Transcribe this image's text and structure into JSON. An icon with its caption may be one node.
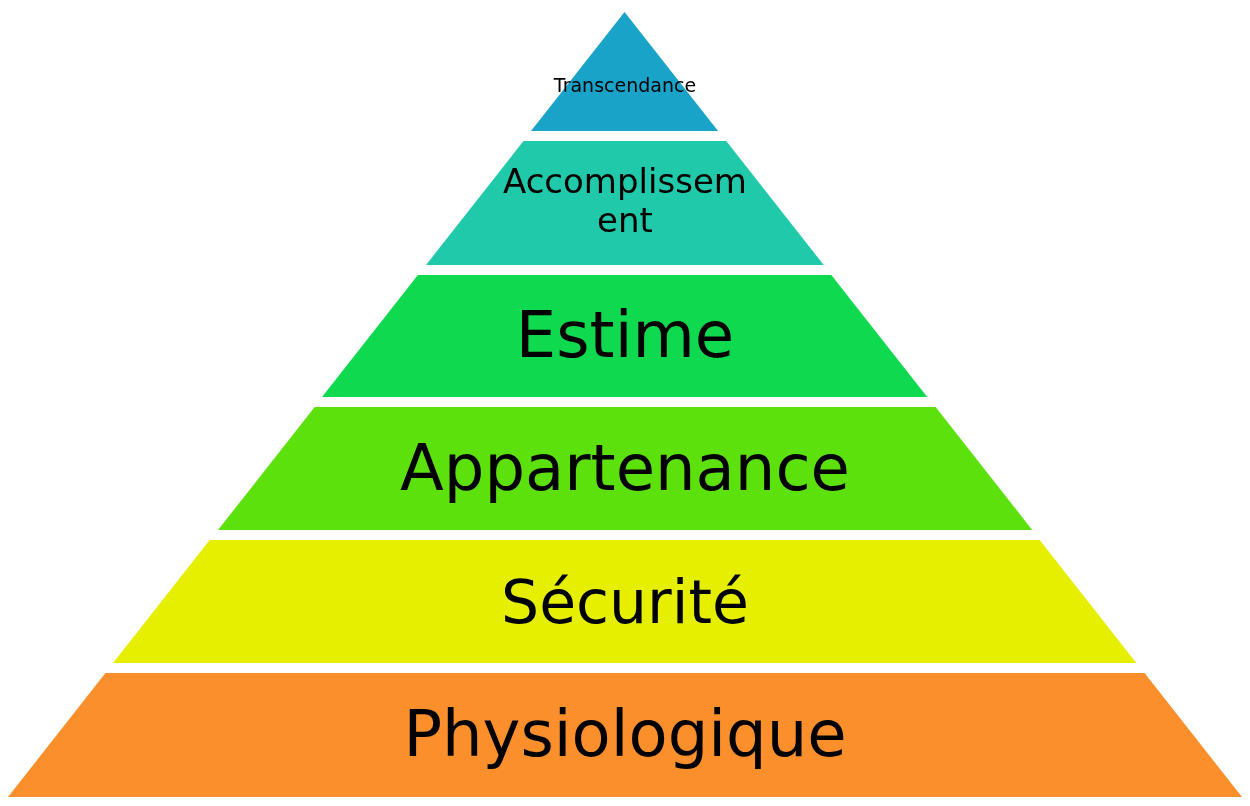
{
  "diagram": {
    "nodes": [
      {
        "text": [
          "Transcendance"
        ]
      },
      {
        "text": [
          "Accomplissement"
        ]
      },
      {
        "text": [
          "Estime"
        ]
      },
      {
        "text": [
          "Appartenance"
        ]
      },
      {
        "text": [
          "Sécurité"
        ]
      },
      {
        "text": [
          "Physiologique"
        ]
      }
    ]
  }
}
